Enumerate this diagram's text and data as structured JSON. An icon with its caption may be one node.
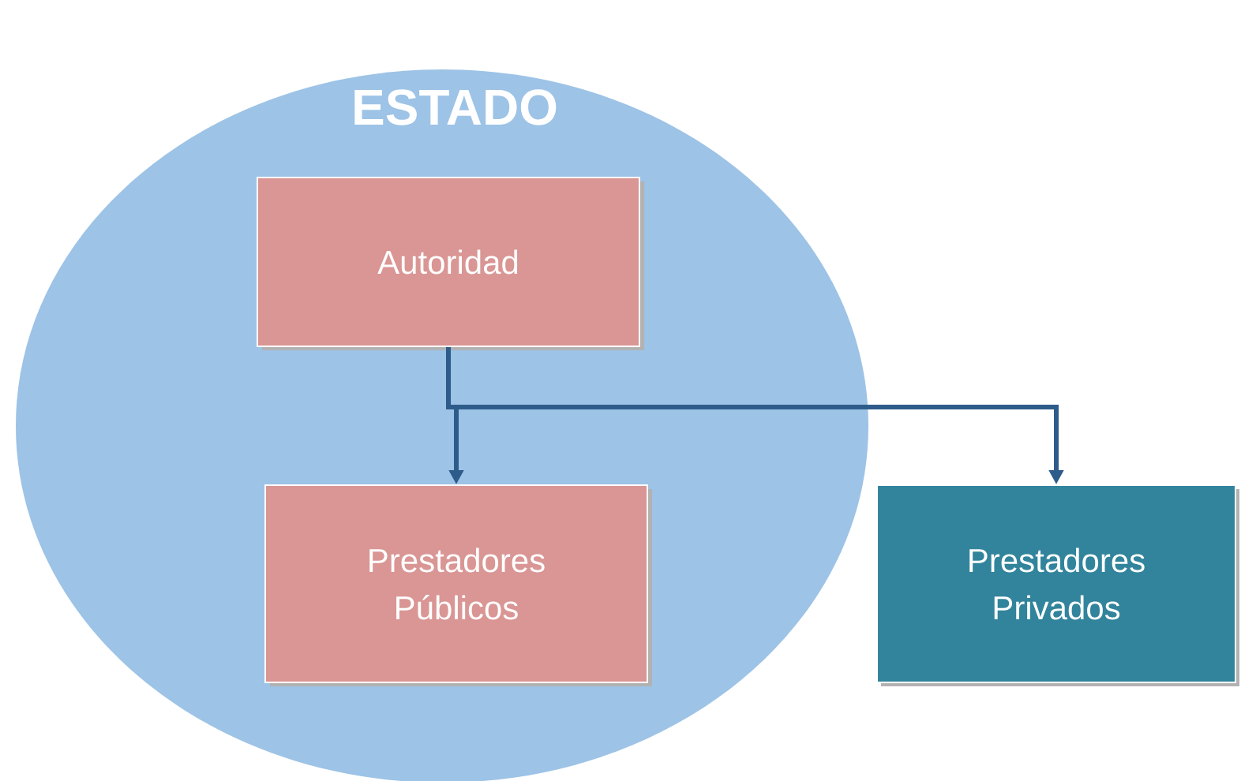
{
  "diagram": {
    "nodes": [
      {
        "text": [
          "ESTADO"
        ]
      },
      {
        "text": [
          "Autoridad"
        ],
        "in": 0
      },
      {
        "text": [
          "Prestadores Públicos"
        ],
        "in": 0
      },
      {
        "text": [
          "Prestadores Privados"
        ]
      }
    ],
    "edges": [
      {
        "from": 1,
        "to": 2,
        "arrow": "to"
      },
      {
        "from": 1,
        "to": 3,
        "arrow": "to"
      }
    ]
  }
}
